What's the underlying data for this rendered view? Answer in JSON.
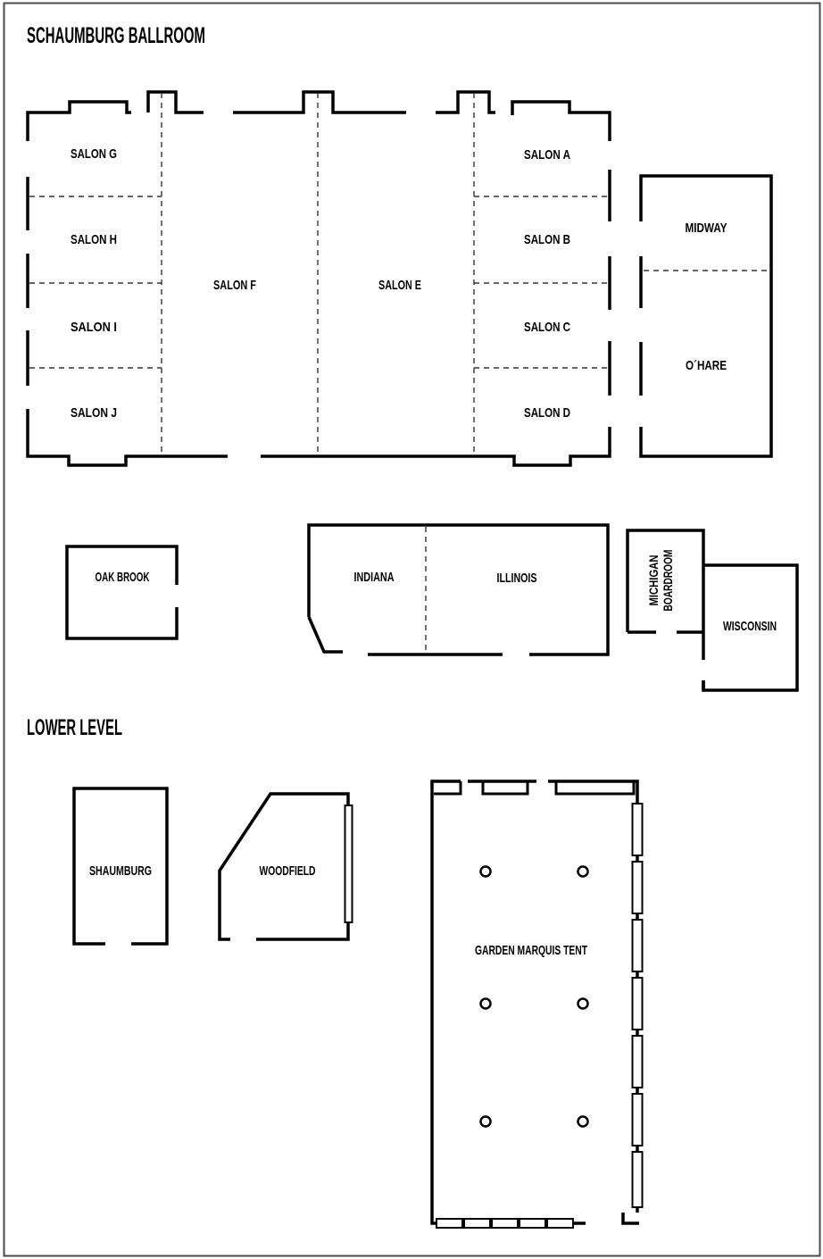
{
  "upper_level": {
    "title": "SCHAUMBURG BALLROOM",
    "salons": {
      "g": "SALON G",
      "h": "SALON H",
      "i": "SALON I",
      "j": "SALON J",
      "f": "SALON F",
      "e": "SALON E",
      "a": "SALON A",
      "b": "SALON B",
      "c": "SALON C",
      "d": "SALON D"
    },
    "rooms": {
      "midway": "MIDWAY",
      "ohare": "O´HARE",
      "oak_brook": "OAK BROOK",
      "indiana": "INDIANA",
      "illinois": "ILLINOIS",
      "michigan_boardroom": {
        "line1": "MICHIGAN",
        "line2": "BOARDROOM"
      },
      "wisconsin": "WISCONSIN"
    }
  },
  "lower_level": {
    "title": "LOWER LEVEL",
    "rooms": {
      "shaumburg": "SHAUMBURG",
      "woodfield": "WOODFIELD",
      "garden_marquis_tent": "GARDEN MARQUIS TENT"
    }
  },
  "colors": {
    "wall": "#000000",
    "dashed_divider": "#333333",
    "page_border": "#4a4a4a",
    "background": "#ffffff"
  }
}
